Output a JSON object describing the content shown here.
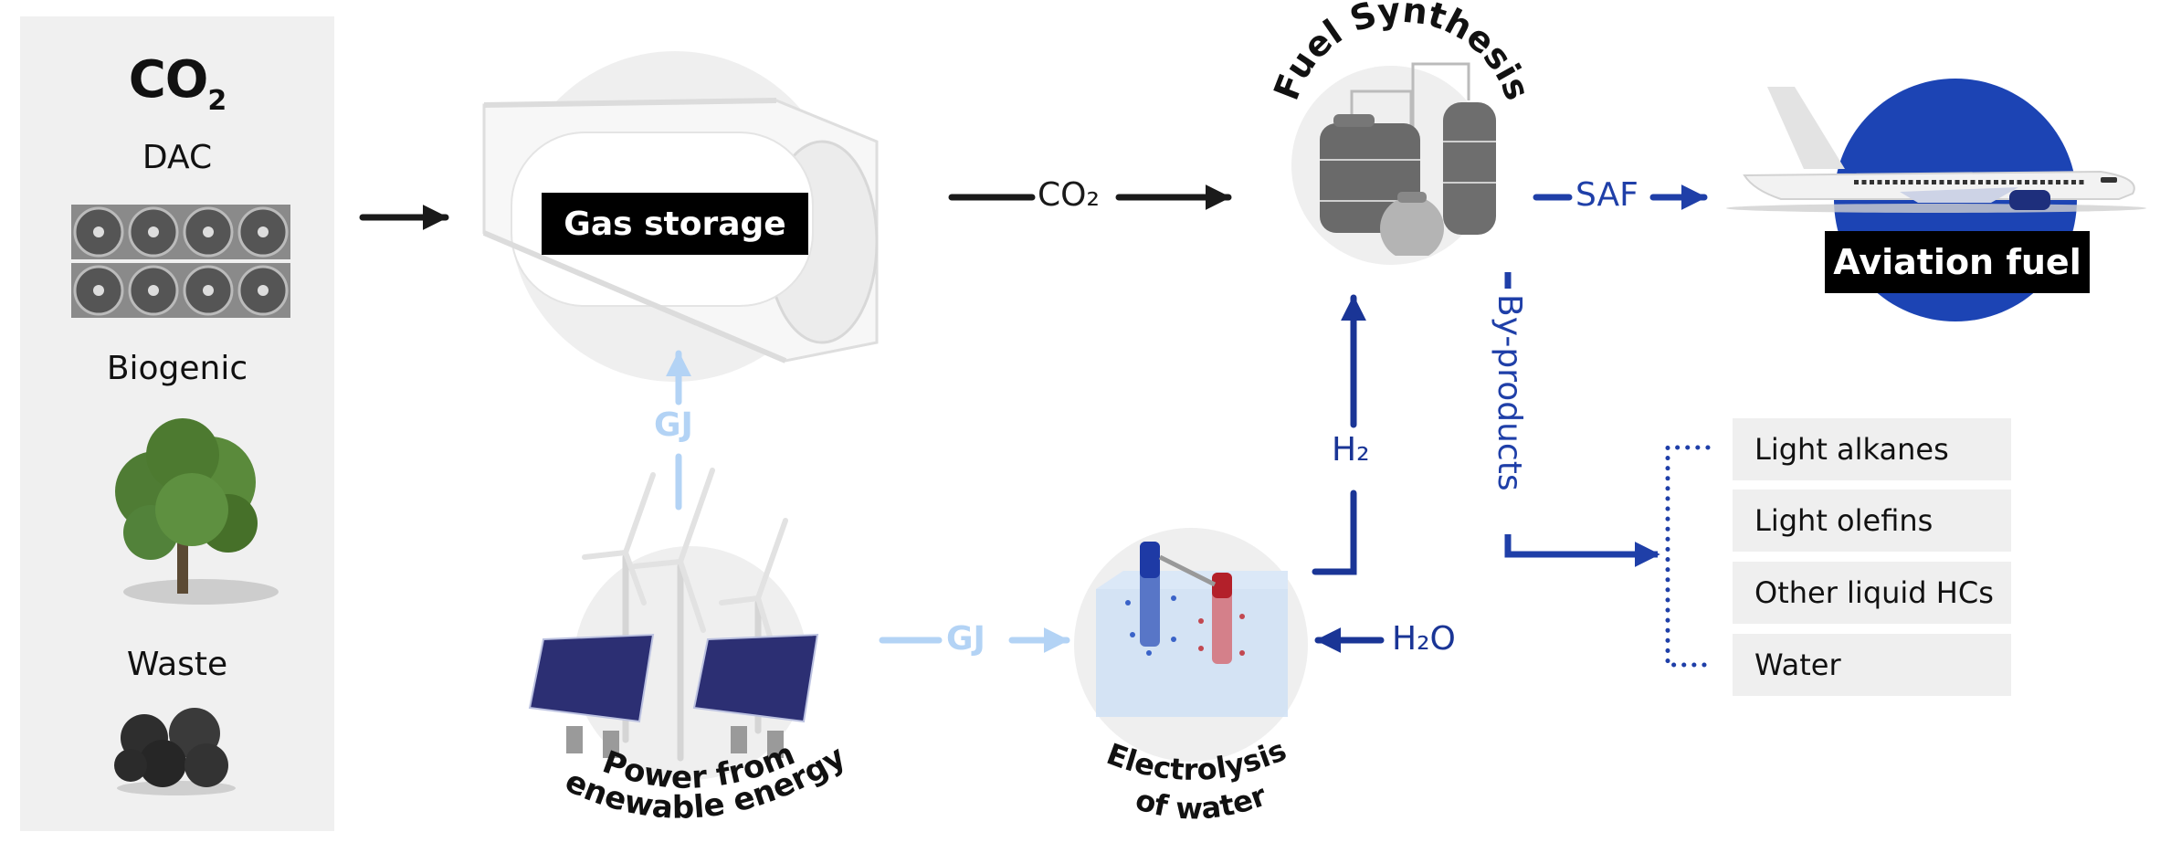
{
  "colors": {
    "dark_arrow": "#1a1a1a",
    "blue_arrow": "#1f3fa8",
    "navy_arrow": "#1a3596",
    "light_blue_arrow": "#b3d3f5",
    "panel_bg": "#f0f0f0",
    "circle_bg": "#efefef",
    "plane_circle": "#1c44b4"
  },
  "sources": {
    "title": "CO",
    "title_sub": "2",
    "items": [
      {
        "label": "DAC",
        "icon": "dac-fan-array-icon"
      },
      {
        "label": "Biogenic",
        "icon": "tree-icon"
      },
      {
        "label": "Waste",
        "icon": "garbage-bags-icon"
      }
    ]
  },
  "nodes": {
    "gas_storage": {
      "label": "Gas storage",
      "icon": "gas-tank-container-icon"
    },
    "fuel_synthesis": {
      "label": "Fuel Synthesis",
      "icon": "reactor-tanks-icon"
    },
    "aviation_fuel": {
      "label": "Aviation fuel",
      "icon": "airplane-icon"
    },
    "renewables": {
      "label_line1": "Power from",
      "label_line2": "renewable energy",
      "icon": "wind-solar-icon"
    },
    "electrolysis": {
      "label_line1": "Electrolysis",
      "label_line2": "of water",
      "icon": "electrolysis-cell-icon"
    }
  },
  "flows": {
    "co2": "CO₂",
    "saf": "SAF",
    "gj_up": "GJ",
    "gj_right": "GJ",
    "h2": "H₂",
    "h2o": "H₂O",
    "byproducts": "By-products"
  },
  "byproducts": [
    "Light alkanes",
    "Light olefins",
    "Other liquid HCs",
    "Water"
  ]
}
